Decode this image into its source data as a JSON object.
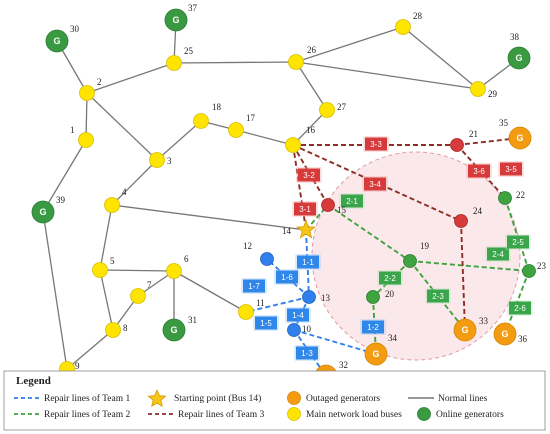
{
  "colors": {
    "team1": "#2f80ed",
    "team2": "#3fa33f",
    "team3": "#8b2e23",
    "normal_line": "#777777",
    "load_bus": "#ffe400",
    "online_gen": "#3a9a42",
    "outaged_gen": "#f39c12",
    "region": "#f7d6da",
    "box_team1": "#2f87ea",
    "box_team2": "#3aa54a",
    "box_team3": "#d63a3a"
  },
  "load_buses": [
    {
      "id": 1,
      "label": "1"
    },
    {
      "id": 2,
      "label": "2"
    },
    {
      "id": 3,
      "label": "3"
    },
    {
      "id": 4,
      "label": "4"
    },
    {
      "id": 5,
      "label": "5"
    },
    {
      "id": 6,
      "label": "6"
    },
    {
      "id": 7,
      "label": "7"
    },
    {
      "id": 8,
      "label": "8"
    },
    {
      "id": 9,
      "label": "9"
    },
    {
      "id": 11,
      "label": "11"
    },
    {
      "id": 16,
      "label": "16"
    },
    {
      "id": 17,
      "label": "17"
    },
    {
      "id": 18,
      "label": "18"
    },
    {
      "id": 25,
      "label": "25"
    },
    {
      "id": 26,
      "label": "26"
    },
    {
      "id": 27,
      "label": "27"
    },
    {
      "id": 28,
      "label": "28"
    },
    {
      "id": 29,
      "label": "29"
    }
  ],
  "team1_buses": [
    {
      "id": 12,
      "label": "12"
    },
    {
      "id": 13,
      "label": "13"
    },
    {
      "id": 10,
      "label": "10"
    }
  ],
  "team2_buses": [
    {
      "id": 19,
      "label": "19"
    },
    {
      "id": 20,
      "label": "20"
    },
    {
      "id": 22,
      "label": "22"
    },
    {
      "id": 23,
      "label": "23"
    }
  ],
  "team3_buses": [
    {
      "id": 15,
      "label": "15"
    },
    {
      "id": 21,
      "label": "21"
    },
    {
      "id": 24,
      "label": "24"
    }
  ],
  "start_bus": {
    "id": 14,
    "label": "14"
  },
  "online_generators": [
    {
      "id": 30,
      "label": "30",
      "glyph": "G"
    },
    {
      "id": 37,
      "label": "37",
      "glyph": "G"
    },
    {
      "id": 38,
      "label": "38",
      "glyph": "G"
    },
    {
      "id": 39,
      "label": "39",
      "glyph": "G"
    },
    {
      "id": 31,
      "label": "31",
      "glyph": "G"
    }
  ],
  "outaged_generators": [
    {
      "id": 35,
      "label": "35",
      "glyph": "G"
    },
    {
      "id": 33,
      "label": "33",
      "glyph": "G"
    },
    {
      "id": 34,
      "label": "34",
      "glyph": "G"
    },
    {
      "id": 32,
      "label": "32",
      "glyph": "G"
    },
    {
      "id": 36,
      "label": "36",
      "glyph": "G"
    }
  ],
  "repair_team1": [
    "1-1",
    "1-2",
    "1-3",
    "1-4",
    "1-5",
    "1-6",
    "1-7"
  ],
  "repair_team2": [
    "2-1",
    "2-2",
    "2-3",
    "2-4",
    "2-5",
    "2-6"
  ],
  "repair_team3": [
    "3-1",
    "3-2",
    "3-3",
    "3-4",
    "3-5",
    "3-6"
  ],
  "legend": {
    "title": "Legend",
    "team1": "Repair lines of Team 1",
    "team2": "Repair lines of Team 2",
    "starting_point": "Starting point (Bus 14)",
    "team3": "Repair lines of Team 3",
    "outaged_gen": "Outaged generators",
    "normal_lines": "Normal lines",
    "load_buses": "Main network load buses",
    "online_gen": "Online generators"
  }
}
